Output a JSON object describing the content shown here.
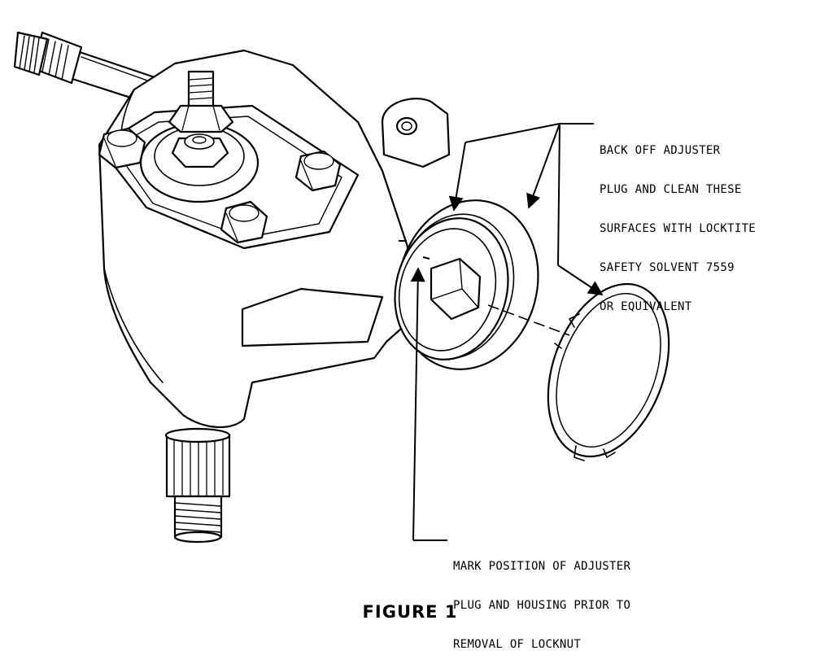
{
  "callouts": {
    "top": {
      "lines": [
        "BACK OFF ADJUSTER",
        "PLUG AND CLEAN THESE",
        "SURFACES WITH LOCKTITE",
        "SAFETY SOLVENT 7559",
        "OR EQUIVALENT"
      ]
    },
    "bottom": {
      "lines": [
        "MARK POSITION OF ADJUSTER",
        "PLUG AND HOUSING PRIOR TO",
        "REMOVAL OF LOCKNUT"
      ]
    }
  },
  "caption": "FIGURE 1",
  "colors": {
    "ink": "#000000",
    "paper": "#ffffff"
  }
}
